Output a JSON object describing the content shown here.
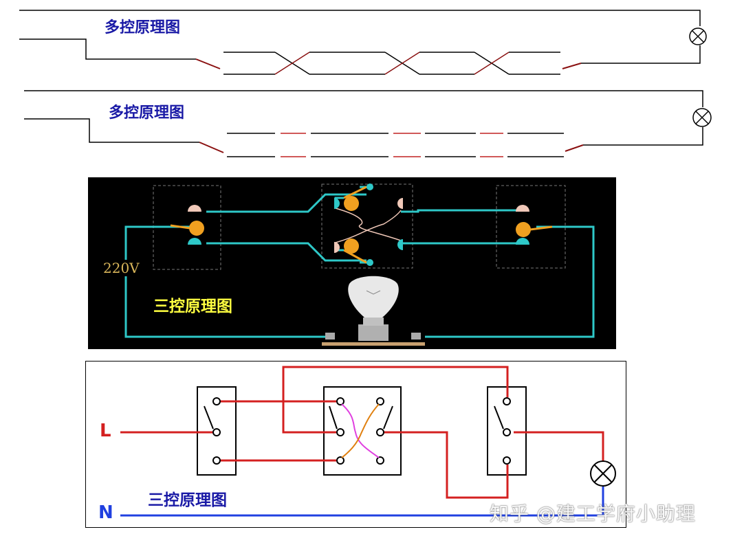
{
  "diagrams": {
    "d1": {
      "title": "多控原理图"
    },
    "d2": {
      "title": "多控原理图"
    },
    "d3": {
      "title": "三控原理图",
      "voltage_label": "220V"
    },
    "d4": {
      "title": "三控原理图",
      "label_L": "L",
      "label_N": "N"
    }
  },
  "watermark": "知乎 @建工学府小助理",
  "colors": {
    "title_blue": "#1a1aa6",
    "wire_black": "#000000",
    "wire_dark_red": "#8a1010",
    "wire_cyan": "#2ec8c8",
    "panel_black": "#000000",
    "label_yellow": "#ffff40",
    "voltage_gold": "#d9b65a",
    "switch_orange": "#f0a020",
    "contact_pink": "#f0c8b8",
    "wire_red": "#d42020",
    "wire_blue": "#2040e0",
    "cross_magenta": "#e040e0",
    "cross_orange": "#e08010"
  }
}
